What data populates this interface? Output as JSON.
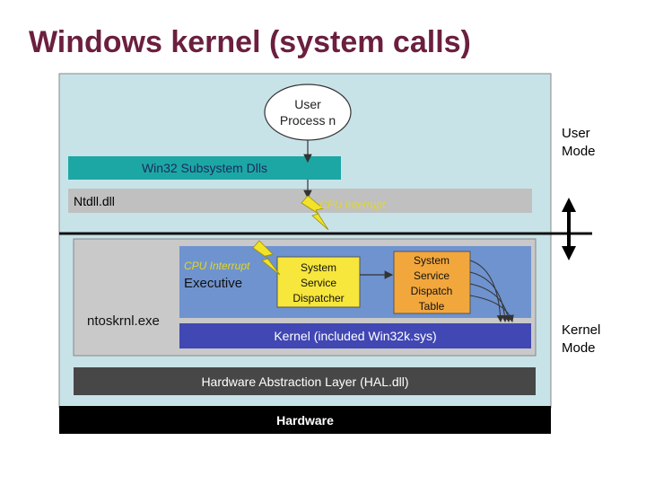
{
  "title": "Windows kernel (system calls)",
  "diagram": {
    "user_process": [
      "User",
      "Process n"
    ],
    "win32_dlls": "Win32 Subsystem Dlls",
    "ntdll": "Ntdll.dll",
    "cpu_interrupt_user": "CPU Interrupt",
    "cpu_interrupt_kernel": "CPU Interrupt",
    "executive": "Executive",
    "ntoskrnl": "ntoskrnl.exe",
    "dispatcher": [
      "System",
      "Service",
      "Dispatcher"
    ],
    "dispatch_table": [
      "System",
      "Service",
      "Dispatch",
      "Table"
    ],
    "kernel": "Kernel (included Win32k.sys)",
    "hal": "Hardware Abstraction Layer (HAL.dll)",
    "hardware": "Hardware",
    "user_mode": [
      "User",
      "Mode"
    ],
    "kernel_mode": [
      "Kernel",
      "Mode"
    ]
  },
  "colors": {
    "title": "#6b1f3e",
    "panel": "#c8e3e8",
    "win32_bar": "#1ca7a5",
    "ntdll_bar": "#c0c0c0",
    "kernel_area": "#c9c9c9",
    "executive_area": "#6f93cf",
    "dispatcher_box": "#f7e63b",
    "table_box": "#f2a73d",
    "kernel_bar": "#4147b3",
    "hal_bar": "#474747",
    "hardware_bar": "#000000",
    "lightning": "#f3e22a",
    "cpu_interrupt_text": "#e3d81f"
  }
}
